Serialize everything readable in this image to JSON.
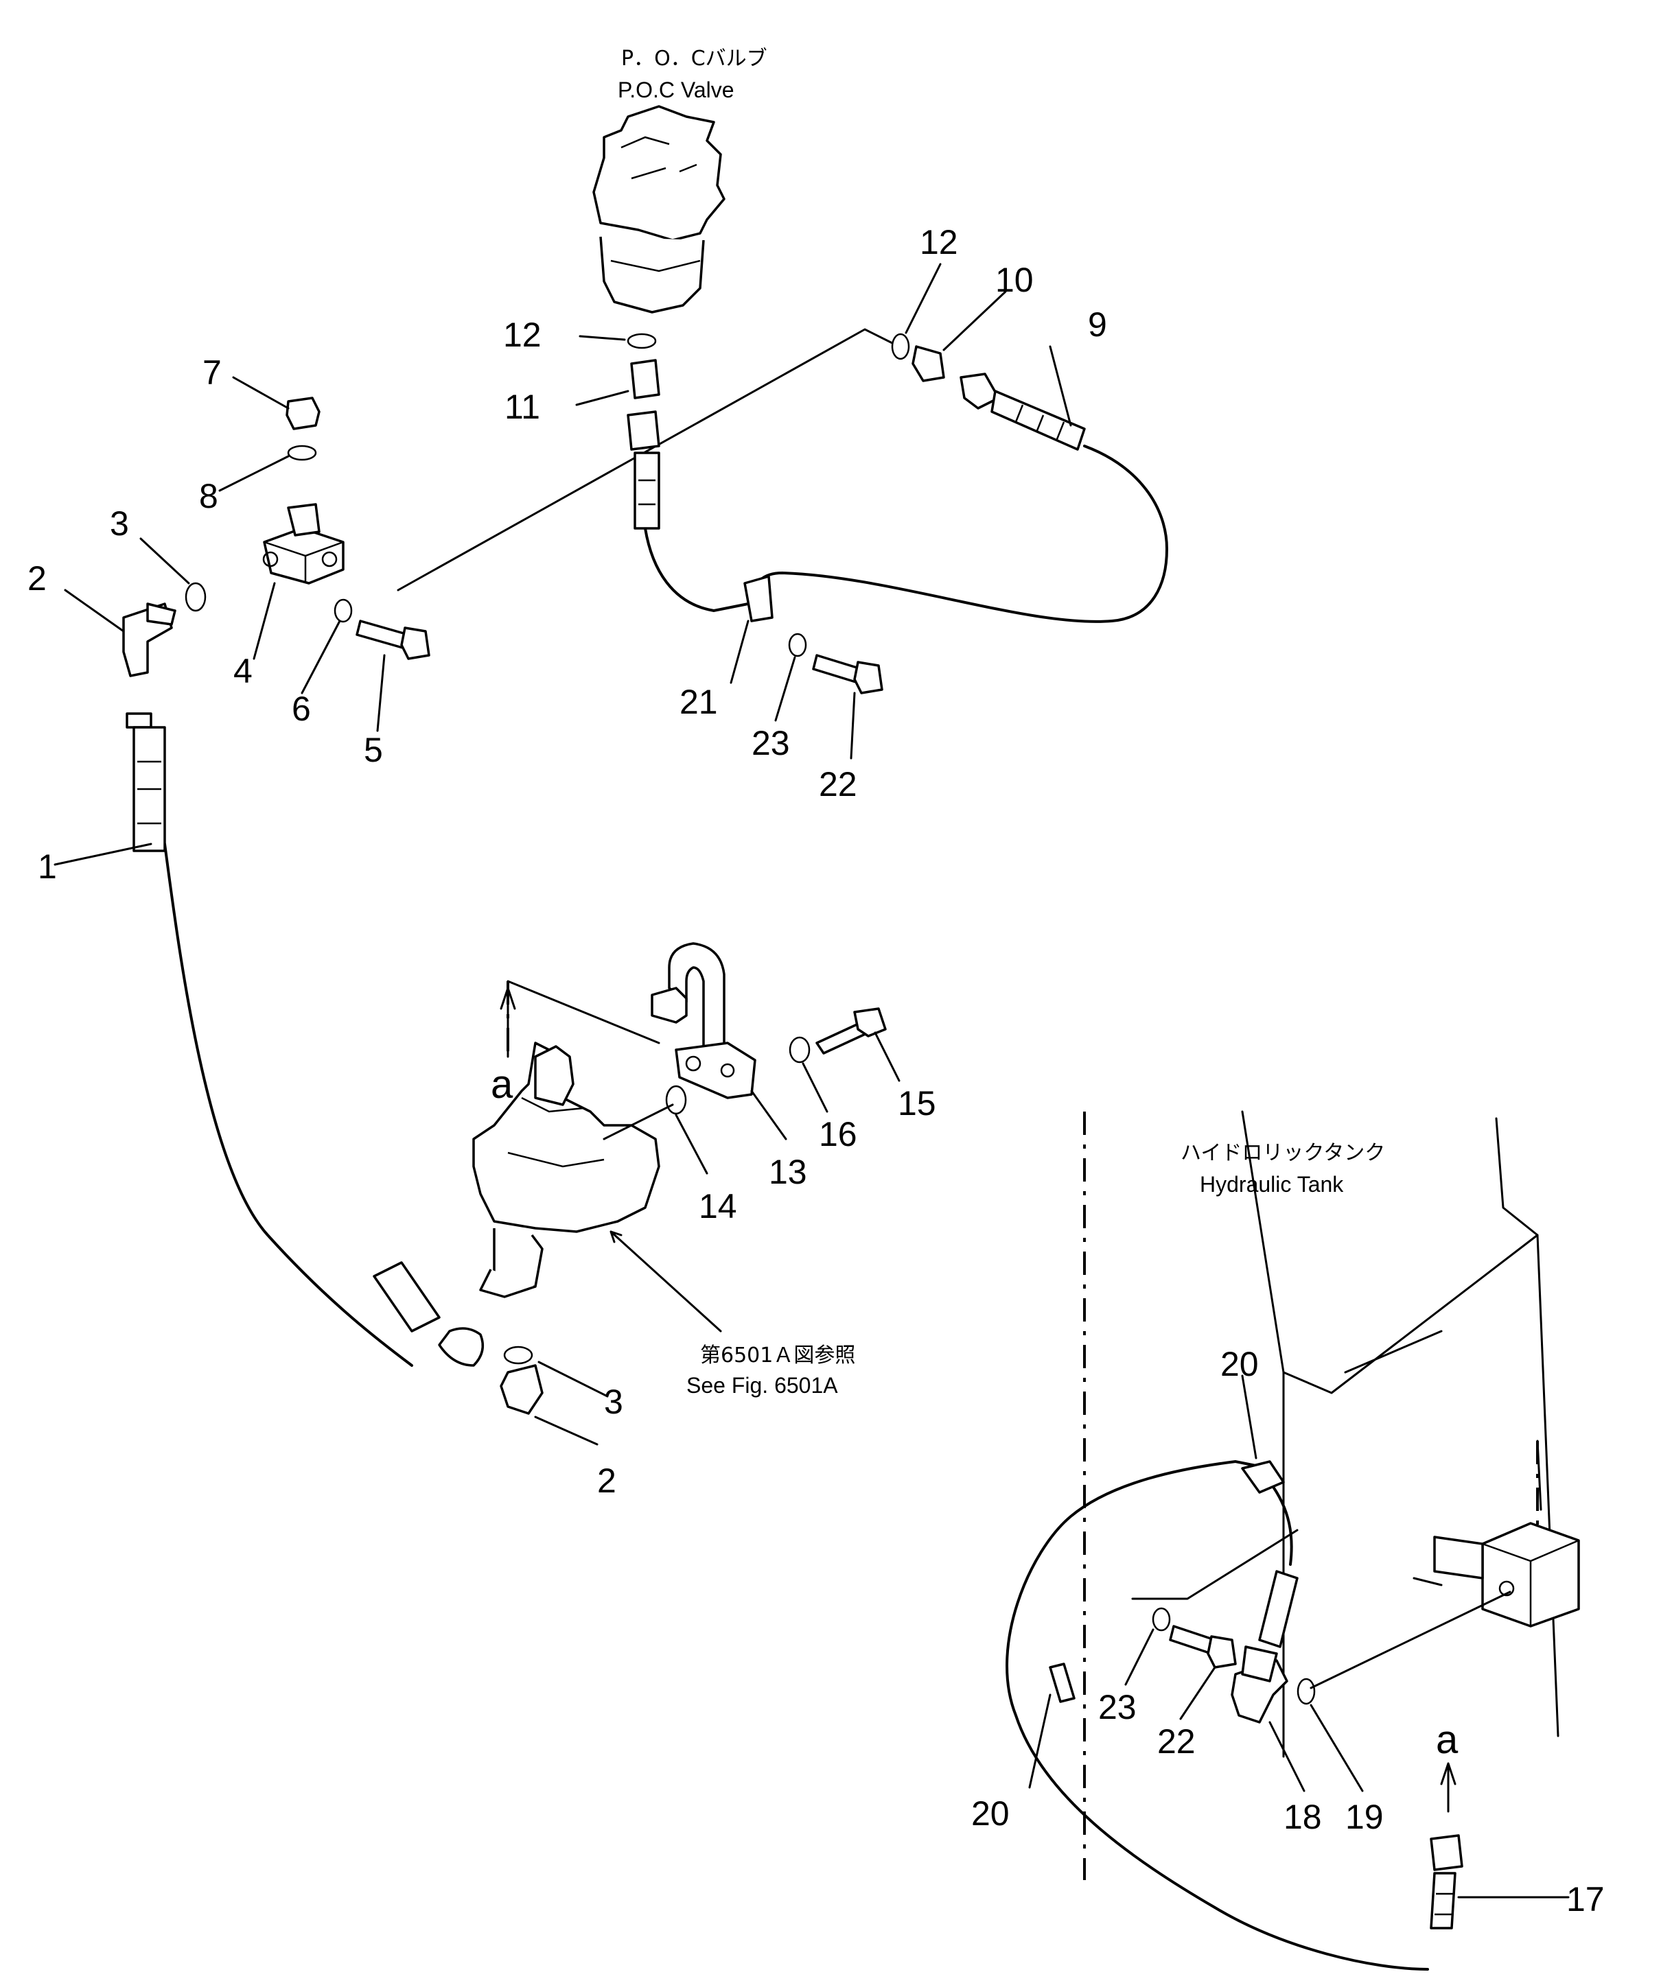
{
  "captions": {
    "poc_jp": "P．O．Cバルブ",
    "poc_en": "P.O.C Valve",
    "tank_jp": "ハイドロリックタンク",
    "tank_en": "Hydraulic Tank",
    "ref_jp": "第6501Ａ図参照",
    "ref_en": "See Fig. 6501A"
  },
  "reference_marks": [
    "a",
    "a"
  ],
  "callouts": [
    "1",
    "2",
    "3",
    "4",
    "5",
    "6",
    "7",
    "8",
    "9",
    "10",
    "11",
    "12",
    "13",
    "14",
    "15",
    "16",
    "17",
    "18",
    "19",
    "20",
    "21",
    "22",
    "23"
  ],
  "callouts_repeat": [
    "2",
    "3",
    "12",
    "20",
    "22",
    "23"
  ]
}
